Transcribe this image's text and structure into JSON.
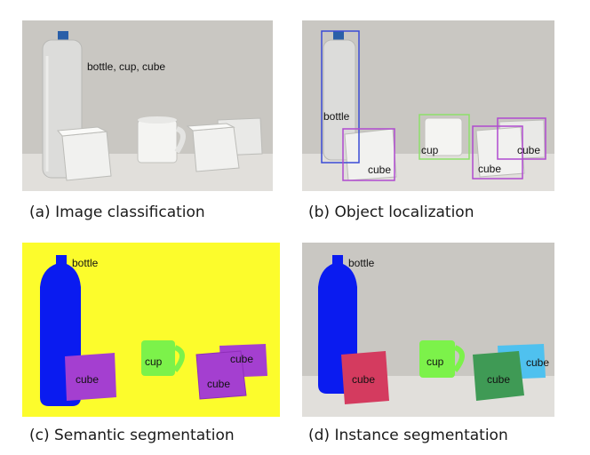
{
  "panels": {
    "a": {
      "caption": "(a) Image classification",
      "label": "bottle, cup, cube"
    },
    "b": {
      "caption": "(b) Object localization",
      "labels": {
        "bottle": "bottle",
        "cup": "cup",
        "cube1": "cube",
        "cube2": "cube",
        "cube3": "cube"
      }
    },
    "c": {
      "caption": "(c) Semantic segmentation",
      "labels": {
        "bottle": "bottle",
        "cup": "cup",
        "cube1": "cube",
        "cube2": "cube",
        "cube3": "cube"
      }
    },
    "d": {
      "caption": "(d) Instance segmentation",
      "labels": {
        "bottle": "bottle",
        "cup": "cup",
        "cube1": "cube",
        "cube2": "cube",
        "cube3": "cube"
      }
    }
  },
  "colors": {
    "wall": "#c9c7c2",
    "table": "#e1dfdb",
    "semantic_bg": "#fcfc2c",
    "bottle_mask": "#0a1bf0",
    "cube_mask_semantic": "#a43fd0",
    "cup_mask": "#7cf24a",
    "cube_mask_1": "#d43b5f",
    "cube_mask_2": "#3f9a55",
    "cube_mask_3": "#4fc1ef",
    "box_bottle": "#3a4bd6",
    "box_cup": "#8ee06a",
    "box_cube": "#b04ad0"
  }
}
